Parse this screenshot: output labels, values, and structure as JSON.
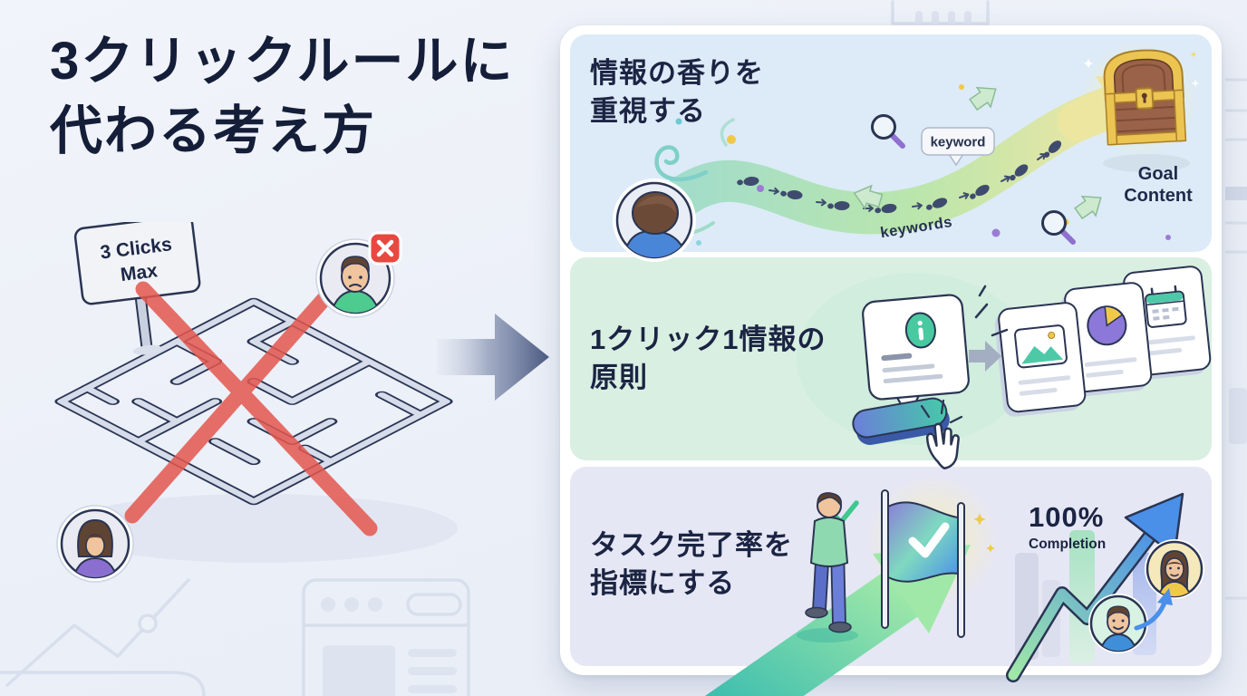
{
  "page": {
    "background_color": "#edf1f8",
    "title_line1": "3クリックルールに",
    "title_line2": "代わる考え方"
  },
  "maze_scene": {
    "sign_line1": "3 Clicks",
    "sign_line2": "Max"
  },
  "panels": [
    {
      "title_line1": "情報の香りを",
      "title_line2": "重視する",
      "keyword_tag": "keyword",
      "keywords_label": "keywords",
      "goal_line1": "Goal",
      "goal_line2": "Content",
      "bg_color": "#dcebf7"
    },
    {
      "title_line1": "1クリック1情報の",
      "title_line2": "原則",
      "bg_color": "#d9efe2"
    },
    {
      "title_line1": "タスク完了率を",
      "title_line2": "指標にする",
      "percent_label": "100%",
      "completion_label": "Completion",
      "bg_color": "#e6e7f4"
    }
  ],
  "colors": {
    "title_text": "#151e38",
    "error_red": "#e4574e",
    "maze_wall": "#d6dcea",
    "outline_navy": "#2a3553",
    "accent_teal": "#45c9a8",
    "accent_blue": "#4a8fe8",
    "accent_purple": "#8b78d8",
    "accent_yellow": "#f0c94a",
    "path_green": "#b9e6a8",
    "chest_gold": "#ecc452",
    "chest_brown": "#9a6248",
    "card_bg": "#ffffff"
  },
  "icons": {
    "magnifier-icon": "search lens with purple handle",
    "footprint-icon": "footstep trail",
    "treasure-chest-icon": "gold-trimmed chest",
    "info-icon": "letter i in teal circle",
    "hand-cursor-icon": "pointing hand click",
    "image-card-icon": "picture thumbnail",
    "pie-chart-icon": "purple pie with yellow slice",
    "calendar-icon": "calendar card",
    "flag-icon": "goal banner with checkmark",
    "check-icon": "green checkmark",
    "growth-arrow-icon": "rising zigzag arrow",
    "x-badge-icon": "red square with white X",
    "sign-icon": "3 clicks max signboard"
  }
}
